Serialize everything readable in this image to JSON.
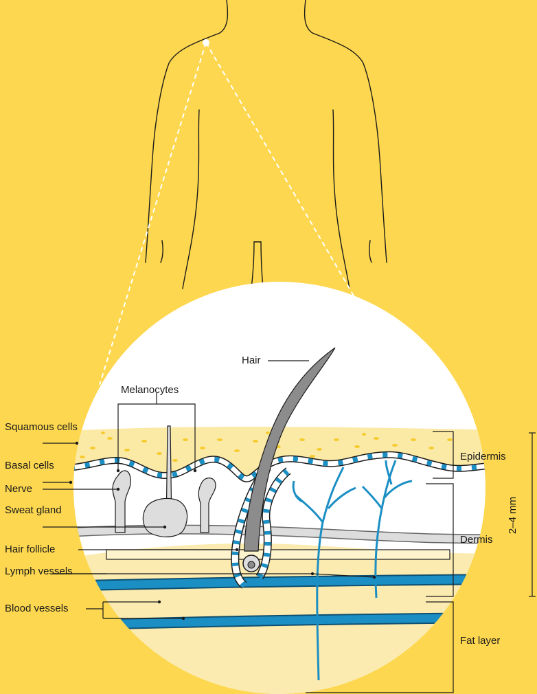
{
  "diagram": {
    "colors": {
      "background": "#FDD74F",
      "epidermis": "#FBE9A6",
      "epidermis_dots": "#F6CB2E",
      "fat": "#FBEBB0",
      "vessel": "#1B8FC4",
      "dermis_tissue": "#DDDDDD",
      "hair": "#8C8C8C",
      "outline": "#1a1a1a"
    },
    "labels": {
      "hair": "Hair",
      "melanocytes": "Melanocytes",
      "squamous_cells": "Squamous\ncells",
      "basal_cells": "Basal\ncells",
      "nerve": "Nerve",
      "sweat_gland": "Sweat\ngland",
      "hair_follicle": "Hair follicle",
      "lymph_vessels": "Lymph\nvessels",
      "blood_vessels": "Blood vessels",
      "epidermis": "Epidermis",
      "dermis": "Dermis",
      "fat_layer": "Fat layer",
      "thickness": "2–4 mm"
    }
  }
}
